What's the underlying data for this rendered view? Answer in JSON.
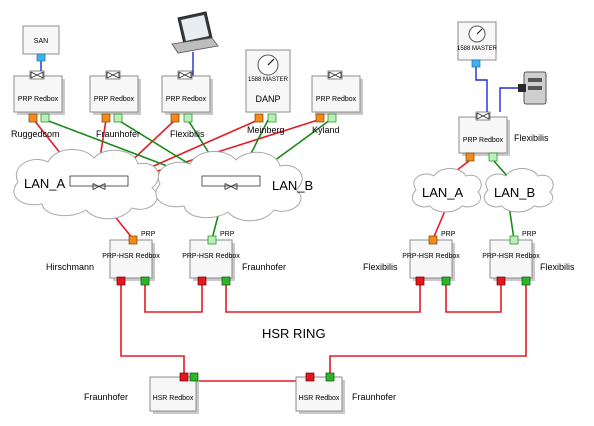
{
  "colors": {
    "red": "#e31b23",
    "green": "#1b8a1b",
    "blue": "#1f2bd6",
    "port_orange": "#f28b1c",
    "port_green": "#b9f0b9",
    "port_red": "#e3181f",
    "port_bright_green": "#2bb52b",
    "port_blue": "#3fb0f0"
  },
  "left": {
    "san_label": "SAN",
    "redbox1": {
      "title": "PRP Redbox",
      "vendor": "Ruggedcom"
    },
    "redbox2": {
      "title": "PRP Redbox",
      "vendor": "Fraunhofer"
    },
    "redbox3": {
      "title": "PRP Redbox",
      "vendor": "Flexibilis"
    },
    "danp": {
      "title": "DANP",
      "vendor": "Meinberg",
      "clock_text": "1588 MASTER"
    },
    "redbox4": {
      "title": "PRP Redbox",
      "vendor": "Kyland"
    },
    "lan_a": "LAN_A",
    "lan_b": "LAN_B",
    "prphsr1": {
      "prp": "PRP",
      "title": "PRP-HSR Redbox",
      "vendor": "Hirschmann"
    },
    "prphsr2": {
      "prp": "PRP",
      "title": "PRP-HSR Redbox",
      "vendor": "Fraunhofer"
    }
  },
  "right": {
    "clock_text": "1588 MASTER",
    "redbox": {
      "title": "PRP Redbox",
      "vendor": "Flexibilis"
    },
    "lan_a": "LAN_A",
    "lan_b": "LAN_B",
    "prphsr1": {
      "prp": "PRP",
      "title": "PRP-HSR Redbox",
      "vendor": "Flexibilis"
    },
    "prphsr2": {
      "prp": "PRP",
      "title": "PRP-HSR Redbox",
      "vendor": "Flexibilis"
    }
  },
  "ring": {
    "label": "HSR RING",
    "hsr1": {
      "title": "HSR Redbox",
      "vendor": "Fraunhofer"
    },
    "hsr2": {
      "title": "HSR Redbox",
      "vendor": "Fraunhofer"
    }
  }
}
